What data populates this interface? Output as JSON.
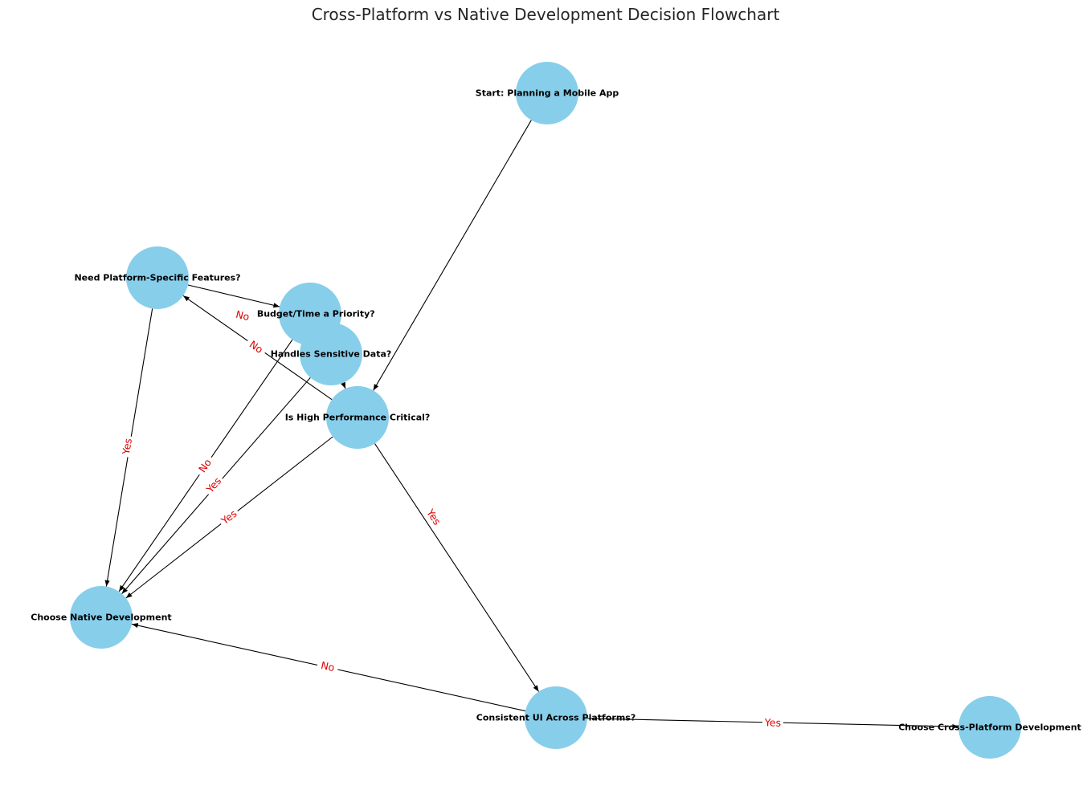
{
  "title": "Cross-Platform vs Native Development Decision Flowchart",
  "colors": {
    "node_fill": "#87ceeb",
    "edge": "#000000",
    "edge_label": "#e00000"
  },
  "nodes": [
    {
      "id": "start",
      "label": "Start: Planning a Mobile App"
    },
    {
      "id": "performance",
      "label": "Is High Performance Critical?"
    },
    {
      "id": "features",
      "label": "Need Platform-Specific Features?"
    },
    {
      "id": "budget",
      "label": "Is Budget/Time a Priority?"
    },
    {
      "id": "sensitive",
      "label": "Handles Sensitive Data?"
    },
    {
      "id": "native",
      "label": "Choose Native Development"
    },
    {
      "id": "consistent_ui",
      "label": "Consistent UI Across Platforms?"
    },
    {
      "id": "cross",
      "label": "Choose Cross-Platform Development"
    }
  ],
  "edges": [
    {
      "from": "start",
      "to": "performance",
      "label": ""
    },
    {
      "from": "performance",
      "to": "native",
      "label": "Yes"
    },
    {
      "from": "performance",
      "to": "features",
      "label": "No"
    },
    {
      "from": "performance",
      "to": "consistent_ui",
      "label": "Yes"
    },
    {
      "from": "features",
      "to": "native",
      "label": "Yes"
    },
    {
      "from": "features",
      "to": "budget",
      "label": "No"
    },
    {
      "from": "budget",
      "to": "native",
      "label": "No"
    },
    {
      "from": "budget",
      "to": "sensitive",
      "label": ""
    },
    {
      "from": "sensitive",
      "to": "native",
      "label": "Yes"
    },
    {
      "from": "sensitive",
      "to": "performance",
      "label": ""
    },
    {
      "from": "consistent_ui",
      "to": "cross",
      "label": "Yes"
    },
    {
      "from": "consistent_ui",
      "to": "native",
      "label": "No"
    }
  ]
}
